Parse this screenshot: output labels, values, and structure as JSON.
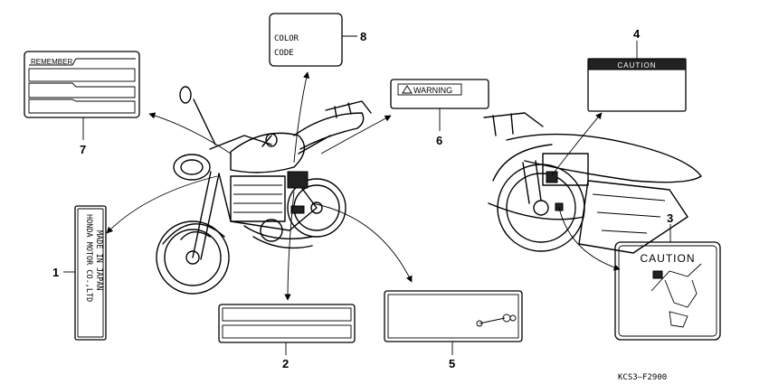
{
  "labels": {
    "remember": "REMEMBER",
    "color": "COLOR",
    "code": "CODE",
    "warning": "WARNING",
    "caution_small": "CAUTION",
    "caution_large": "CAUTION",
    "maker_line1": "HONDA MOTOR CO.,LTD",
    "maker_line2": "MADE IN JAPAN"
  },
  "callouts": [
    "1",
    "2",
    "3",
    "4",
    "5",
    "6",
    "7",
    "8"
  ],
  "figure_code": "KCS3—F2900"
}
